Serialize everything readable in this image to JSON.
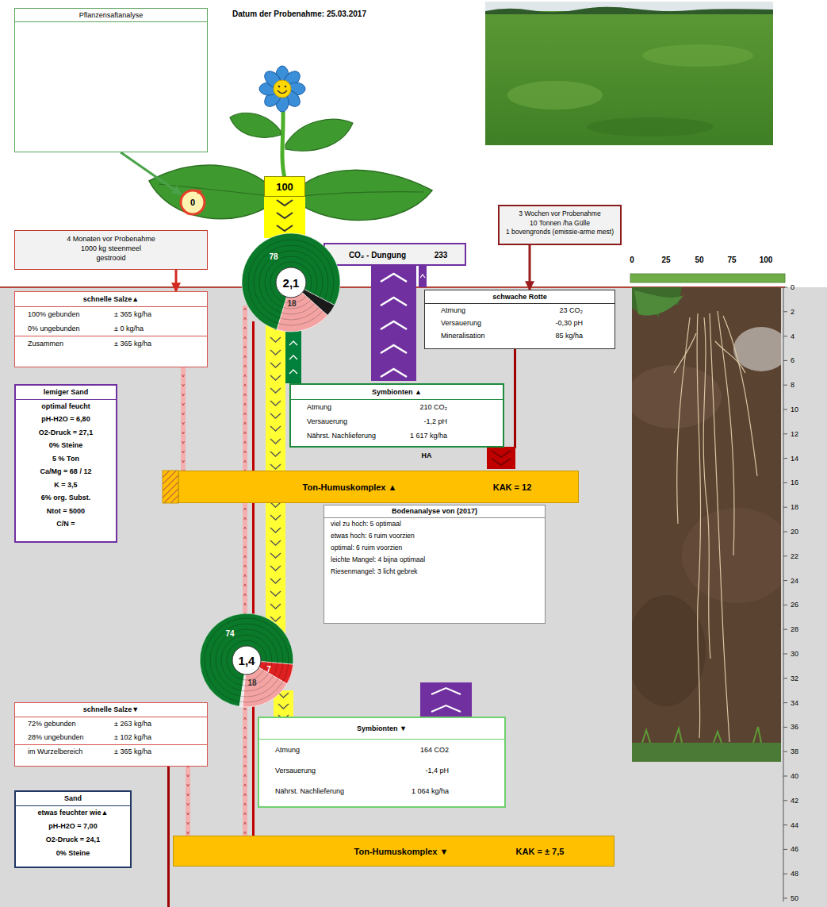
{
  "diagram": {
    "nodes": [
      {
        "text": [
          "Pflanzensaftanalyse"
        ]
      },
      {
        "text": [
          "0"
        ]
      },
      {
        "text": [
          "100"
        ]
      },
      {
        "text": [
          "4 Monaten vor Probenahme",
          "1000 kg steenmeel",
          "gestrooid"
        ]
      },
      {
        "text": [
          "CO₂ - Dungung",
          "233"
        ]
      },
      {
        "text": [
          "3 Wochen vor Probenahme",
          "10 Tonnen /ha Gülle",
          "1 bovengronds (emissie-arme mest)"
        ]
      },
      {
        "text": [
          "78",
          "2,1",
          "18"
        ]
      },
      {
        "text": [
          "schnelle Salze▲",
          "100% gebunden",
          "± 365 kg/ha",
          "0% ungebunden",
          "± 0 kg/ha",
          "Zusammen",
          "± 365 kg/ha"
        ]
      },
      {
        "text": [
          "schwache Rotte",
          "Atmung",
          "23 CO₂",
          "Versauerung",
          "-0,30 pH",
          "Mineralisation",
          "85 kg/ha"
        ]
      },
      {
        "text": [
          "lemiger Sand",
          "optimal feucht",
          "pH-H2O = 6,80",
          "O2-Druck = 27,1",
          "0% Steine",
          "5 % Ton",
          "Ca/Mg = 68 / 12",
          "K = 3,5",
          "6% org. Subst.",
          "Ntot = 5000",
          "C/N ="
        ]
      },
      {
        "text": [
          "Symbionten ▲",
          "Atmung",
          "210 CO₂",
          "Versauerung",
          "-1,2 pH",
          "Nährst. Nachlieferung",
          "1 617 kg/ha"
        ]
      },
      {
        "text": [
          "Ton-Humuskomplex ▲",
          "KAK = 12"
        ]
      },
      {
        "text": [
          "Bodenanalyse von (2017)",
          "viel zu hoch: 5 optimaal",
          "etwas hoch: 6 ruim voorzien",
          "optimal: 6 ruim voorzien",
          "leichte Mangel: 4 bijna optimaal",
          "Riesenmangel: 3 licht gebrek"
        ]
      },
      {
        "text": [
          "74",
          "1,4",
          "18",
          "7"
        ]
      },
      {
        "text": [
          "schnelle Salze▼",
          "72% gebunden",
          "± 263 kg/ha",
          "28% ungebunden",
          "± 102 kg/ha",
          "im Wurzelbereich",
          "± 365 kg/ha"
        ]
      },
      {
        "text": [
          "Symbionten ▼",
          "Atmung",
          "164 CO2",
          "Versauerung",
          "-1,4 pH",
          "Nährst. Nachlieferung",
          "1 064 kg/ha"
        ]
      },
      {
        "text": [
          "Sand",
          "etwas feuchter wie▲",
          "pH-H2O = 7,00",
          "O2-Druck = 24,1",
          "0% Steine"
        ]
      },
      {
        "text": [
          "Ton-Humuskomplex ▼",
          "KAK = ± 7,5"
        ]
      }
    ],
    "edges": [
      {
        "from": 0,
        "to": 1,
        "arrow": "to"
      },
      {
        "from": 3,
        "to": 7,
        "arrow": "to"
      },
      {
        "from": 5,
        "to": 8,
        "arrow": "to"
      }
    ],
    "labels": [
      "Datum der Probenahme: 25.03.2017",
      "0",
      "25",
      "50",
      "75",
      "100",
      "0",
      "2",
      "4",
      "6",
      "8",
      "10",
      "12",
      "14",
      "16",
      "18",
      "20",
      "22",
      "24",
      "26",
      "28",
      "30",
      "32",
      "34",
      "36",
      "38",
      "40",
      "42",
      "44",
      "46",
      "48",
      "50",
      "HA"
    ]
  }
}
